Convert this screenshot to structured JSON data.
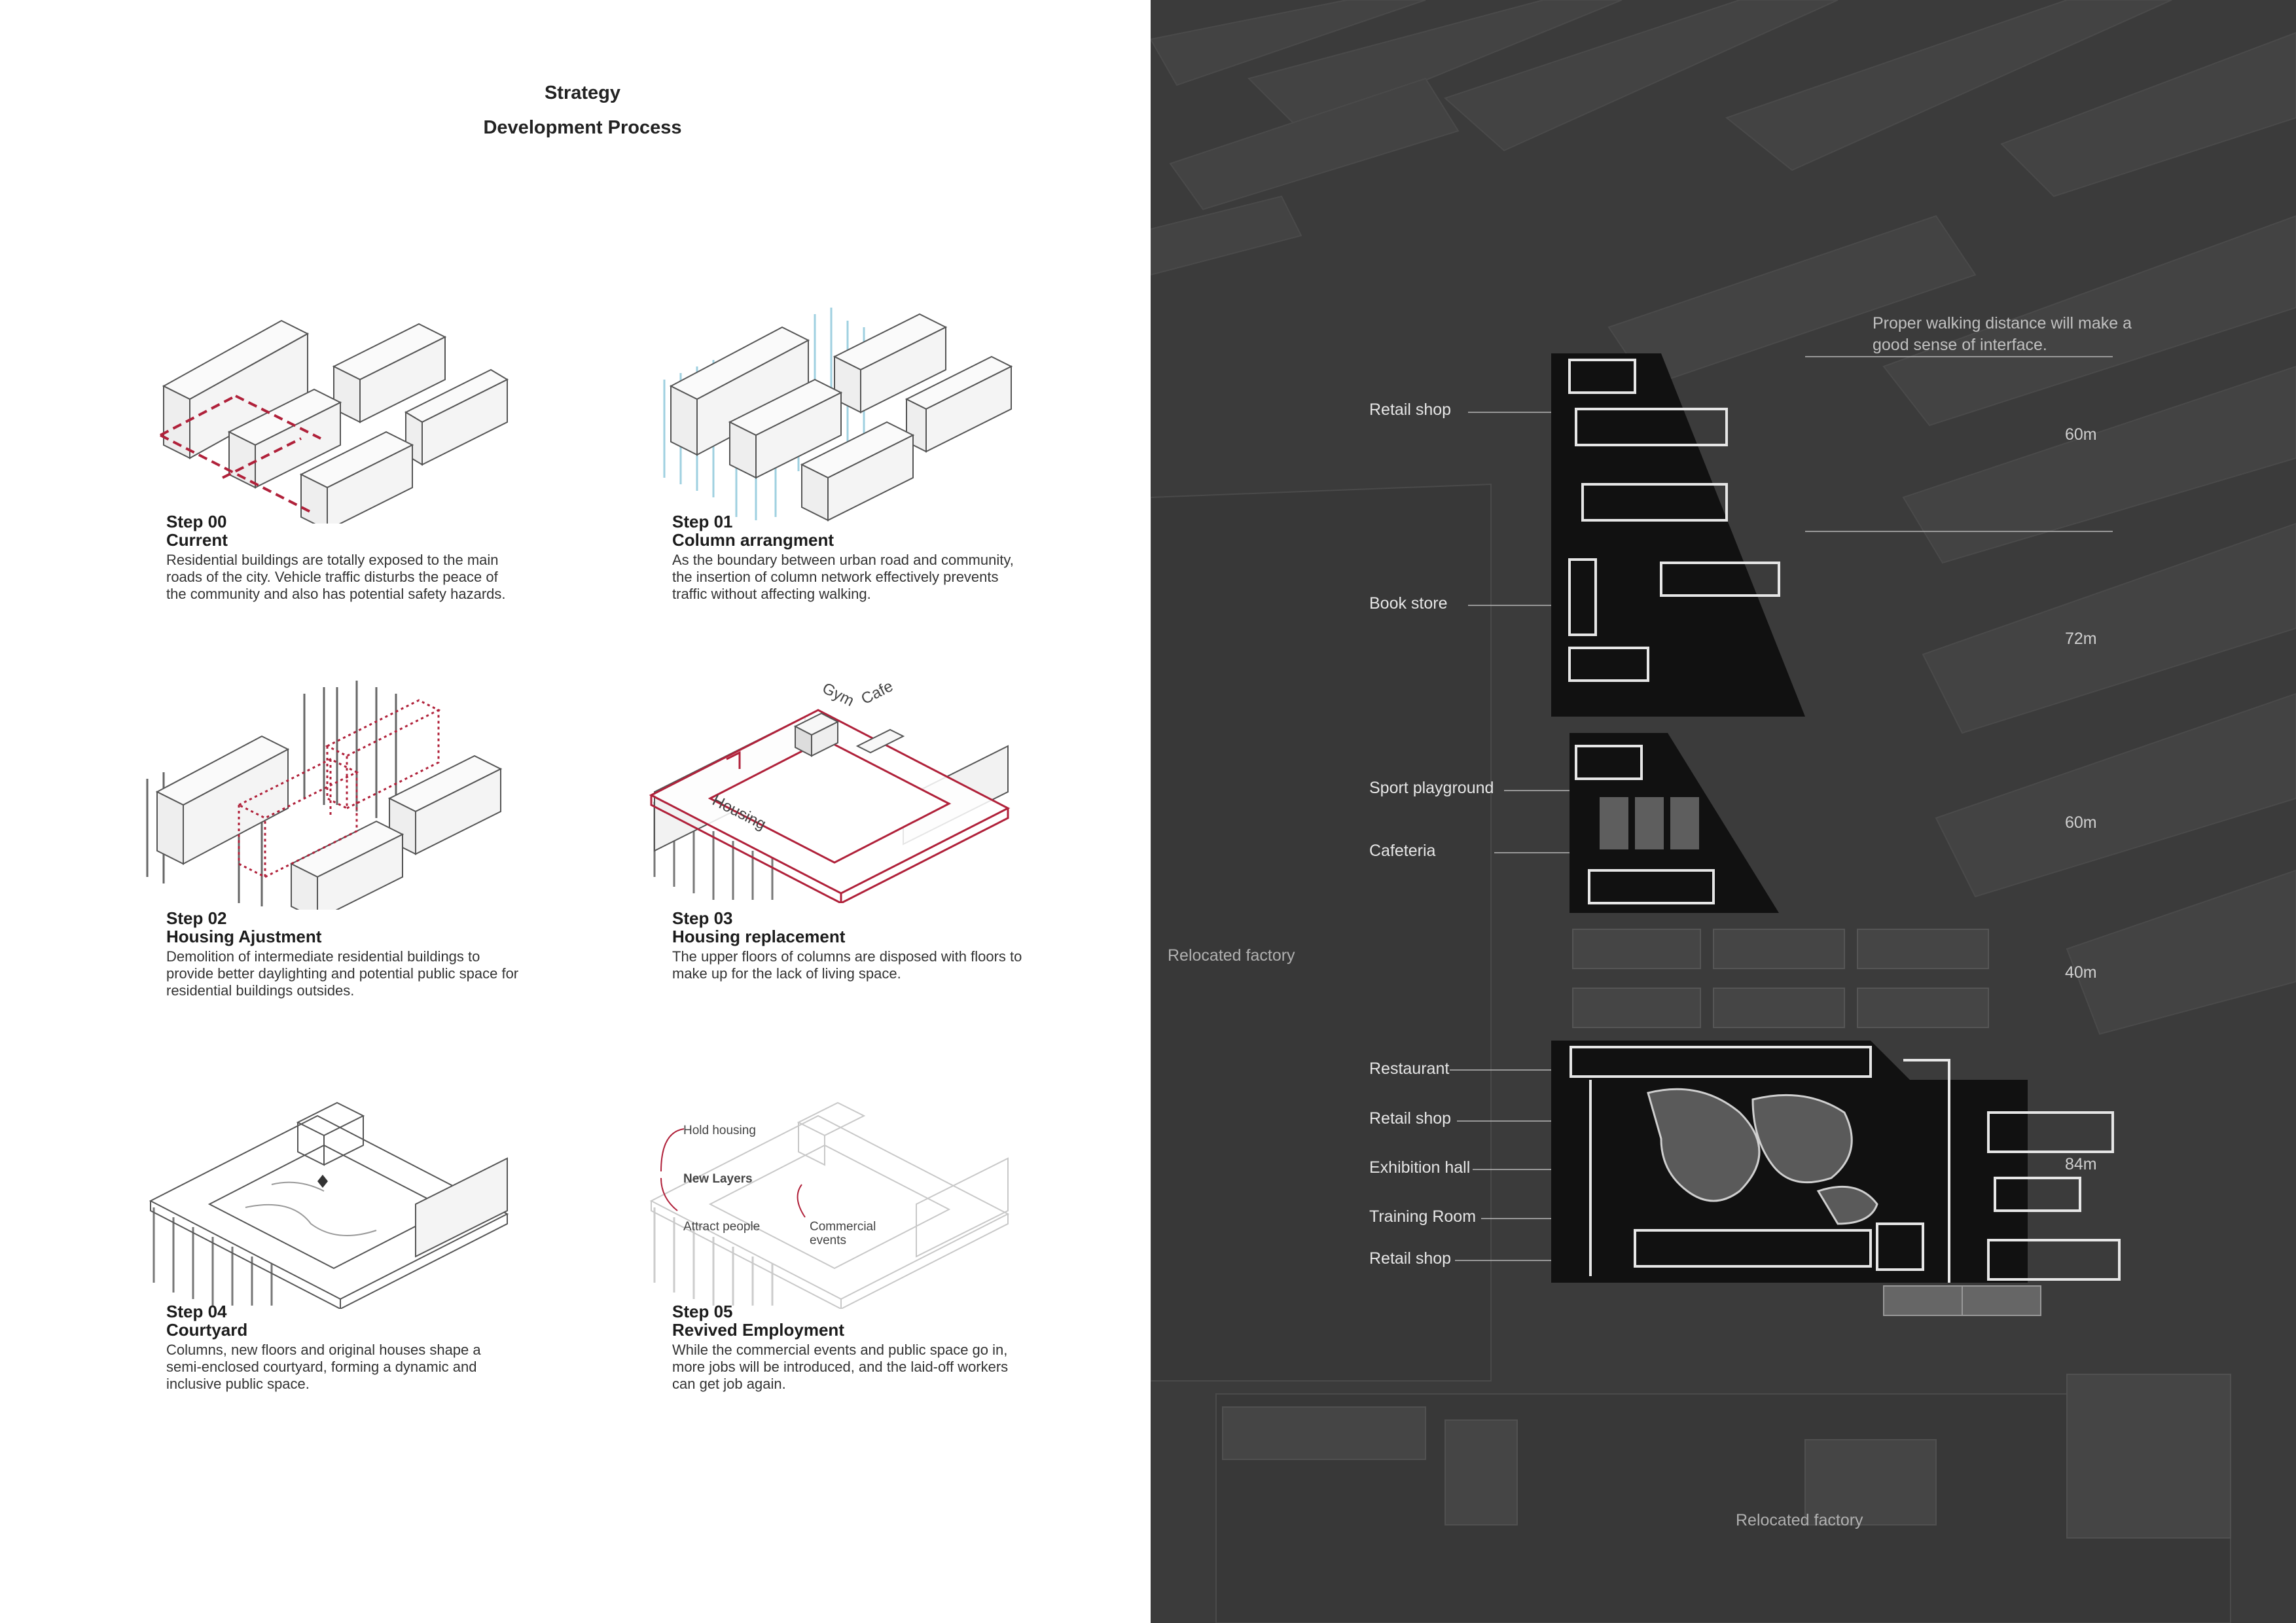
{
  "header": {
    "title": "Strategy",
    "subtitle": "Development Process"
  },
  "steps": [
    {
      "num": "Step 00",
      "name": "Current",
      "desc": "Residential buildings are totally exposed to the main roads of the city. Vehicle traffic disturbs the peace of the community and also has potential safety hazards."
    },
    {
      "num": "Step 01",
      "name": "Column arrangment",
      "desc": "As the boundary between urban road and community, the insertion of column network effectively prevents traffic without affecting walking."
    },
    {
      "num": "Step 02",
      "name": "Housing Ajustment",
      "desc": "Demolition of intermediate residential buildings to provide better daylighting and potential public space for residential buildings outsides."
    },
    {
      "num": "Step 03",
      "name": "Housing replacement",
      "desc": "The upper floors of columns are disposed with floors to make up for the lack of living space."
    },
    {
      "num": "Step 04",
      "name": "Courtyard",
      "desc": "Columns, new floors and original houses shape a semi-enclosed courtyard, forming a dynamic and inclusive public space."
    },
    {
      "num": "Step 05",
      "name": "Revived Employment",
      "desc": "While the commercial events and public space go in, more jobs will be introduced, and the laid-off workers can get job again."
    }
  ],
  "diagram_labels": {
    "step03": {
      "gym": "Gym",
      "cafe": "Cafe",
      "housing": "Housing"
    },
    "step05": {
      "hold": "Hold housing",
      "layers": "New Layers",
      "attract": "Attract people",
      "events": "Commercial events"
    }
  },
  "map": {
    "note": "Proper walking distance will make a good sense of interface.",
    "labels": {
      "retail1": "Retail shop",
      "bookstore": "Book store",
      "sport": "Sport playground",
      "cafeteria": "Cafeteria",
      "restaurant": "Restaurant",
      "retail2": "Retail shop",
      "exhibition": "Exhibition hall",
      "training": "Training Room",
      "retail3": "Retail shop"
    },
    "factory_left": "Relocated factory",
    "factory_bottom": "Relocated factory",
    "distances": [
      "60m",
      "72m",
      "60m",
      "40m",
      "84m"
    ],
    "colors": {
      "background": "#3b3b3b",
      "site": "#111111",
      "accent_red": "#b0213a",
      "column_blue": "#9fd0e0"
    }
  }
}
